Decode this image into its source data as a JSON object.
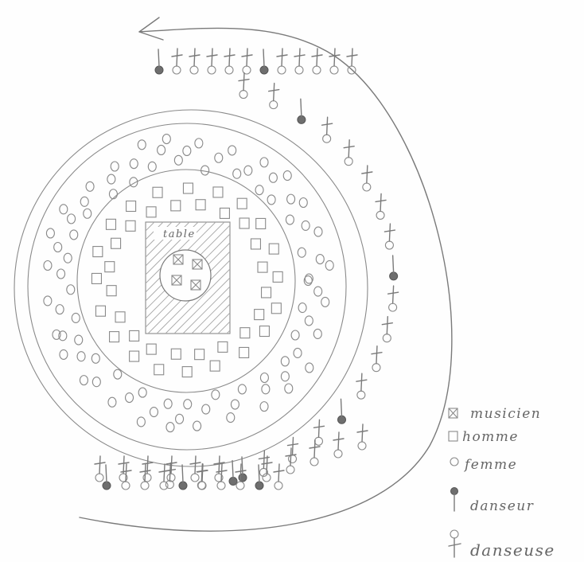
{
  "table_label": "table",
  "legend": {
    "musician": "musicien",
    "man": "homme",
    "woman": "femme",
    "male_dancer": "danseur",
    "female_dancer": "danseuse"
  },
  "counts": {
    "musicians": 4,
    "men": 40,
    "women": 85,
    "male_dancers": 10,
    "female_dancers": 44
  },
  "colors": {
    "pencil": "#7a7a7a",
    "dancer_head": "#6e6e6e",
    "paper": "#fefefe"
  }
}
